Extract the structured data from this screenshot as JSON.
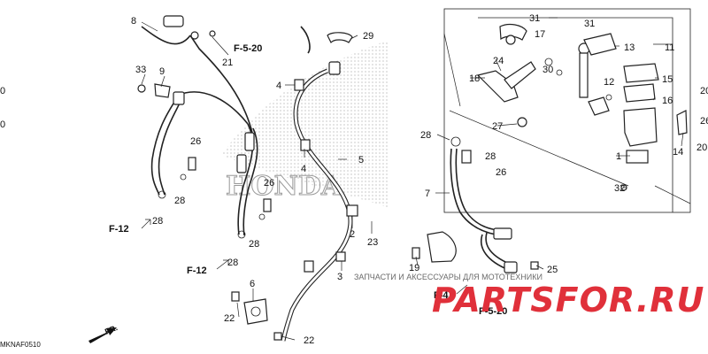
{
  "diagram": {
    "figure_code": "MKNAF0510",
    "direction_label": "FR.",
    "watermark_text": "ЗАПЧАСТИ И АКСЕССУАРЫ ДЛЯ МОТОТЕХНИКИ",
    "watermark_brand": "PARTSFOR.RU",
    "brand_color": "#e0303a",
    "labels": {
      "p1": "1",
      "p2": "2",
      "p3": "3",
      "p4a": "4",
      "p4b": "4",
      "p5": "5",
      "p6": "6",
      "p7": "7",
      "p8": "8",
      "p9": "9",
      "p11": "11",
      "p12": "12",
      "p13": "13",
      "p14": "14",
      "p15": "15",
      "p16": "16",
      "p17": "17",
      "p18": "18",
      "p19": "19",
      "p20a": "20",
      "p20b": "20",
      "p21": "21",
      "p22a": "22",
      "p22b": "22",
      "p23": "23",
      "p24": "24",
      "p25": "25",
      "p26a": "26",
      "p26b": "26",
      "p26c": "26",
      "p26d": "26",
      "p27": "27",
      "p28a": "28",
      "p28b": "28",
      "p28c": "28",
      "p28d": "28",
      "p28e": "28",
      "p29": "29",
      "p30": "30",
      "p31a": "31",
      "p31b": "31",
      "p32": "32",
      "p33": "33"
    },
    "refs": {
      "f520a": "F-5-20",
      "f520b": "F-5-20",
      "f12a": "F-12",
      "f12b": "F-12",
      "f4": "F-4"
    },
    "edge_fragments": {
      "left_a": "0",
      "left_b": "0"
    }
  }
}
